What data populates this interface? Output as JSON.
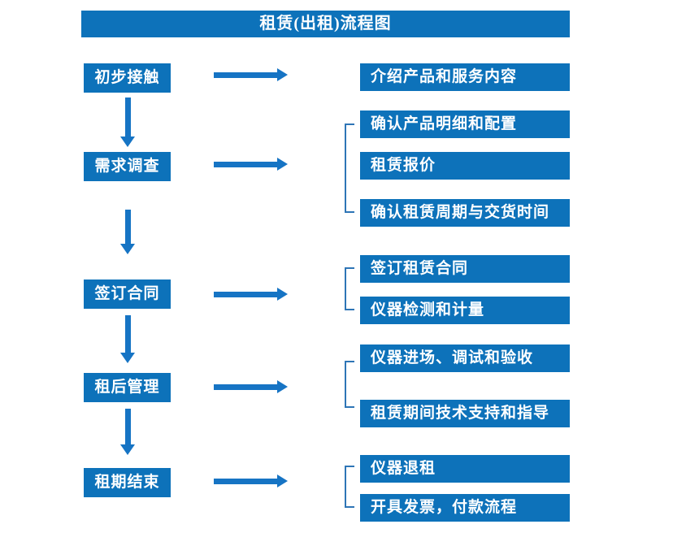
{
  "title": "租赁(出租)流程图",
  "colors": {
    "box": "#0d72ba",
    "arrow": "#1674c4",
    "bracket": "#2e75b6",
    "text": "#ffffff"
  },
  "stages": [
    {
      "label": "初步接触",
      "details": [
        "介绍产品和服务内容"
      ]
    },
    {
      "label": "需求调查",
      "details": [
        "确认产品明细和配置",
        "租赁报价",
        "确认租赁周期与交货时间"
      ]
    },
    {
      "label": "签订合同",
      "details": [
        "签订租赁合同",
        "仪器检测和计量"
      ]
    },
    {
      "label": "租后管理",
      "details": [
        "仪器进场、调试和验收",
        "租赁期间技术支持和指导"
      ]
    },
    {
      "label": "租期结束",
      "details": [
        "仪器退租",
        "开具发票，付款流程"
      ]
    }
  ]
}
